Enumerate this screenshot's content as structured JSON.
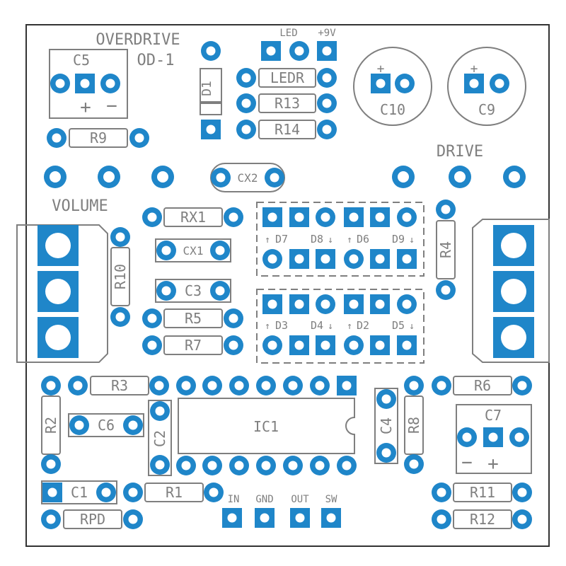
{
  "title_line1": "OVERDRIVE",
  "title_line2": "OD-1",
  "labels": {
    "led": "LED",
    "v9": "+9V",
    "drive": "DRIVE",
    "volume": "VOLUME",
    "in": "IN",
    "gnd": "GND",
    "out": "OUT",
    "sw": "SW",
    "plus": "+",
    "minus": "−"
  },
  "components": {
    "c5": "C5",
    "c10": "C10",
    "c9": "C9",
    "d1": "D1",
    "ledr": "LEDR",
    "r13": "R13",
    "r14": "R14",
    "r9": "R9",
    "cx2": "CX2",
    "rx1": "RX1",
    "cx1": "CX1",
    "c3": "C3",
    "r5": "R5",
    "r7": "R7",
    "r10": "R10",
    "r4": "R4",
    "d7": "D7",
    "d8": "D8",
    "d6": "D6",
    "d9": "D9",
    "d3": "D3",
    "d4": "D4",
    "d2": "D2",
    "d5": "D5",
    "r3": "R3",
    "r2": "R2",
    "c6": "C6",
    "c2": "C2",
    "ic1": "IC1",
    "c4": "C4",
    "r8": "R8",
    "r6": "R6",
    "c7": "C7",
    "c1": "C1",
    "r1": "R1",
    "rpd": "RPD",
    "r11": "R11",
    "r12": "R12"
  },
  "colors": {
    "pad": "#1f86c9",
    "outline": "#7f7f7f",
    "text": "#7f7f7f",
    "board_edge": "#333333"
  }
}
